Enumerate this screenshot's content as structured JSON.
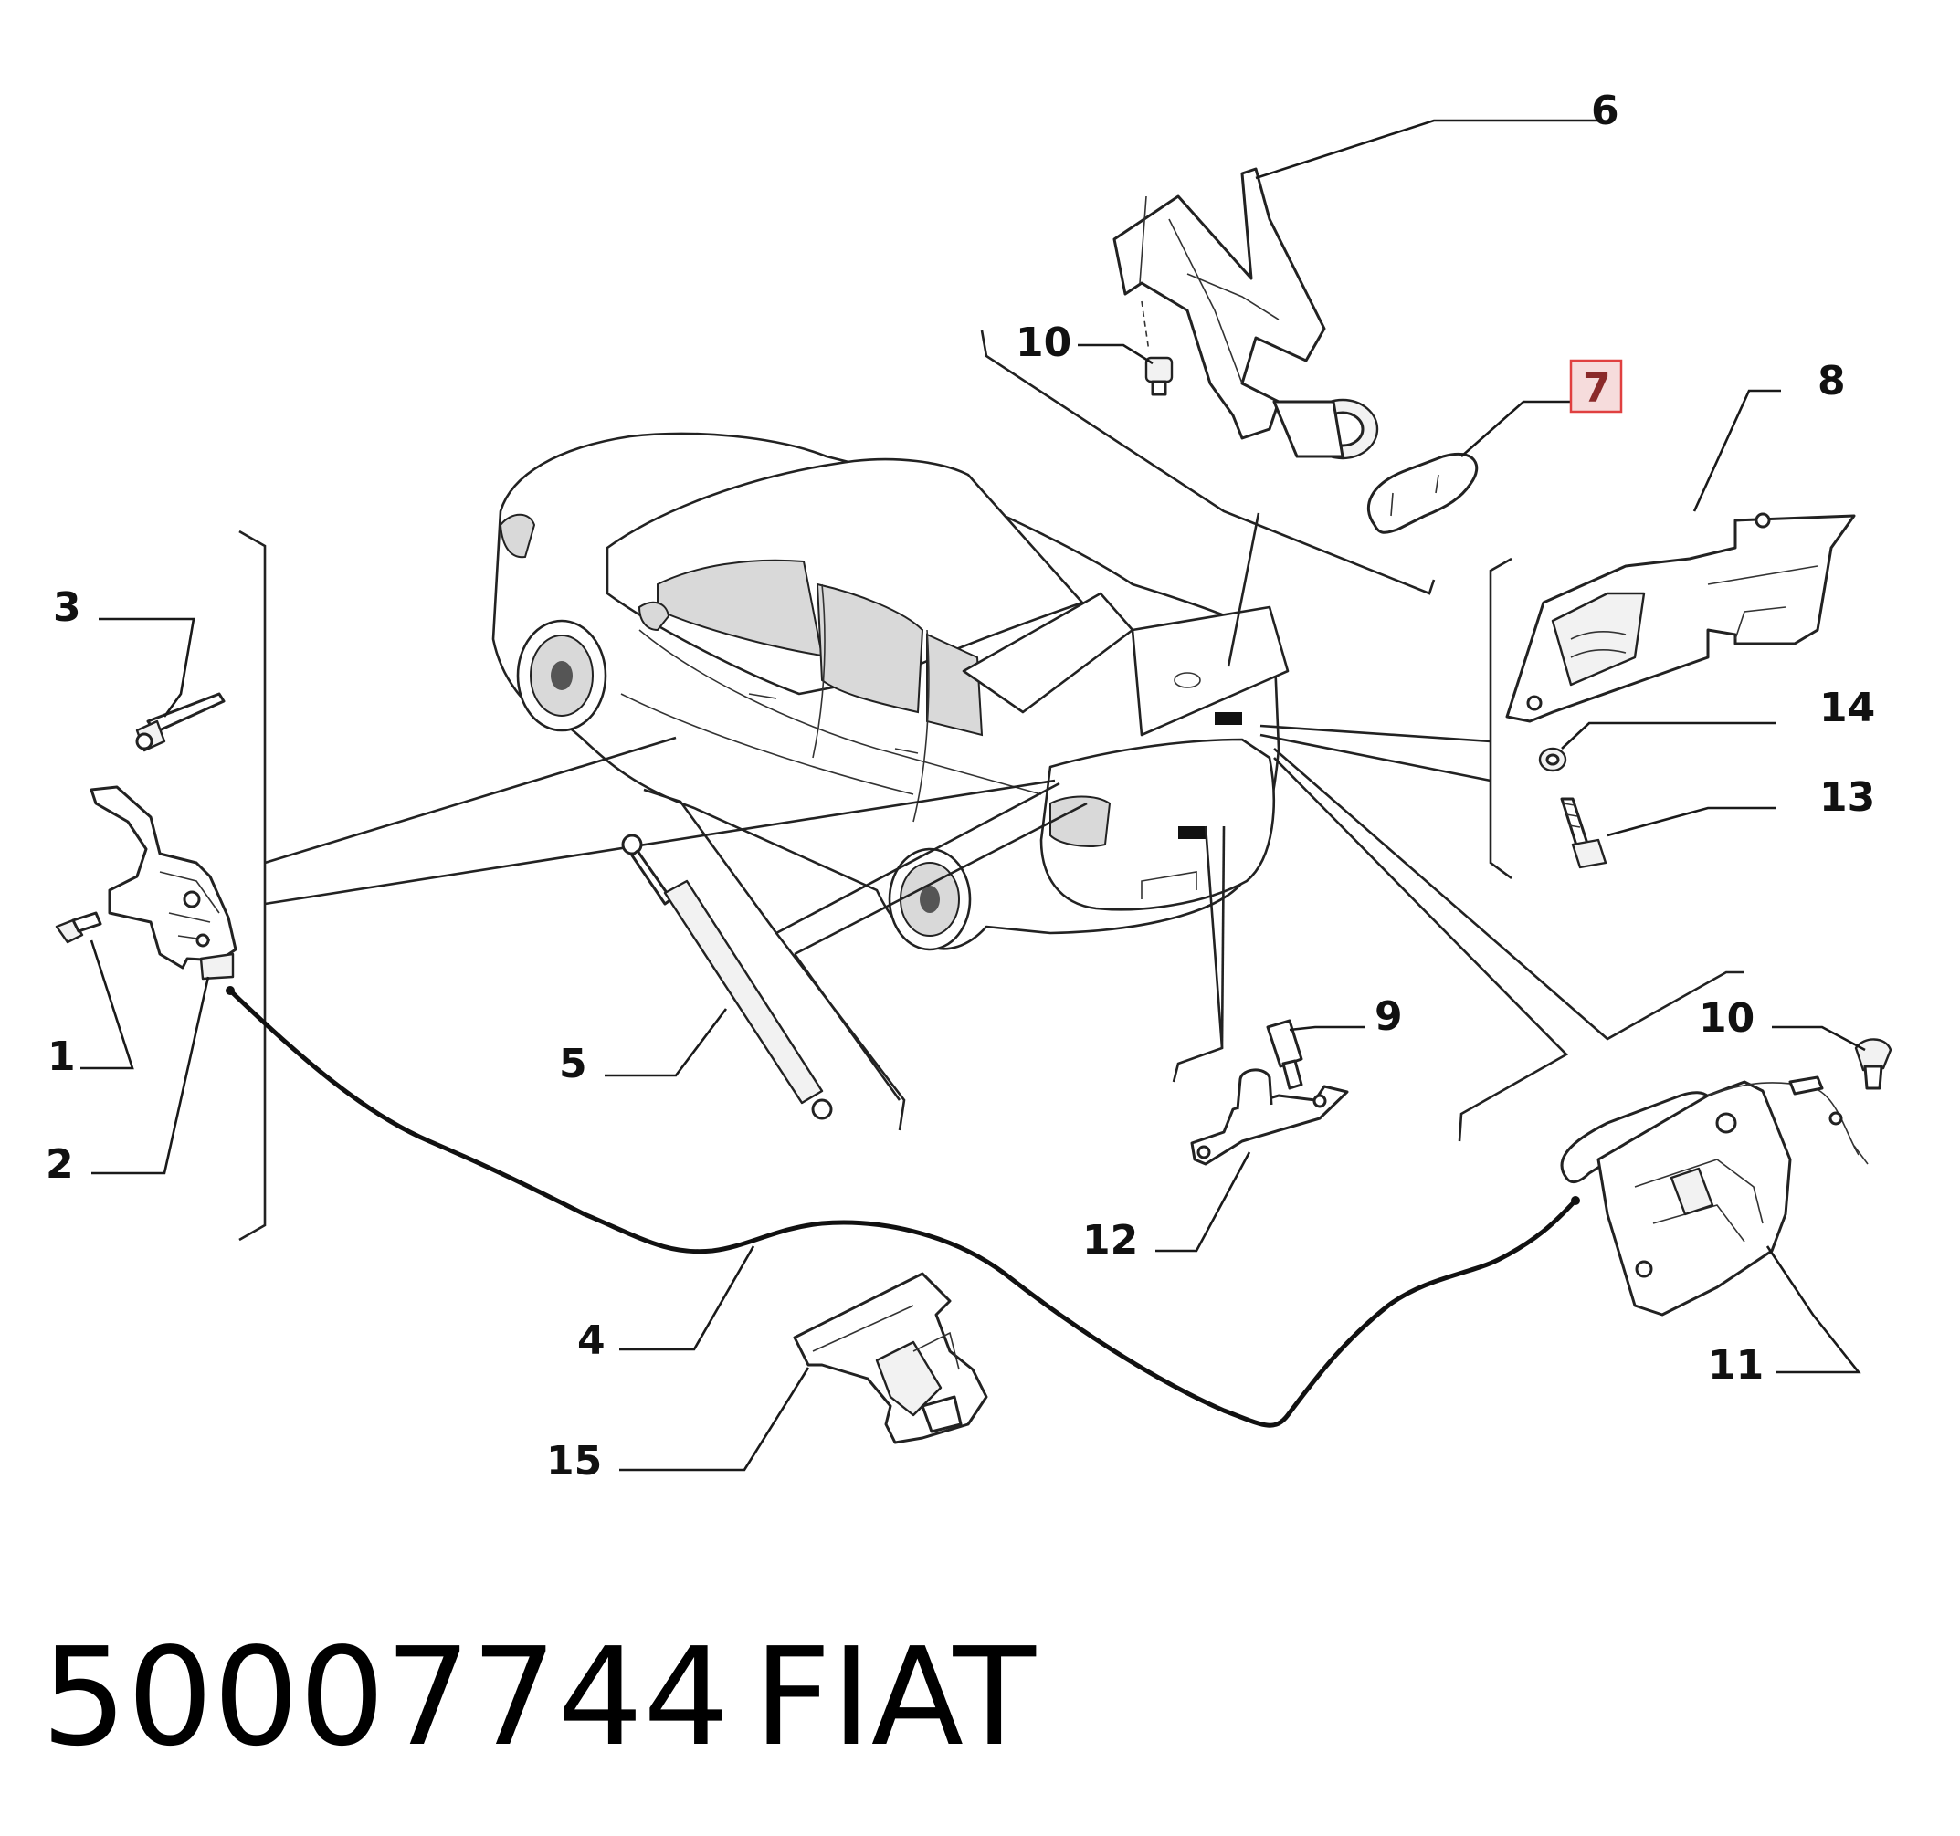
{
  "diagram": {
    "callouts": [
      {
        "id": "1",
        "label": "1"
      },
      {
        "id": "2",
        "label": "2"
      },
      {
        "id": "3",
        "label": "3"
      },
      {
        "id": "4",
        "label": "4"
      },
      {
        "id": "5",
        "label": "5"
      },
      {
        "id": "6",
        "label": "6"
      },
      {
        "id": "7",
        "label": "7",
        "highlighted": true
      },
      {
        "id": "8",
        "label": "8"
      },
      {
        "id": "9",
        "label": "9"
      },
      {
        "id": "10a",
        "label": "10"
      },
      {
        "id": "10b",
        "label": "10"
      },
      {
        "id": "11",
        "label": "11"
      },
      {
        "id": "12",
        "label": "12"
      },
      {
        "id": "13",
        "label": "13"
      },
      {
        "id": "14",
        "label": "14"
      },
      {
        "id": "15",
        "label": "15"
      }
    ],
    "highlight_color": "#e04040"
  },
  "footer": {
    "part_number": "50007744",
    "brand": "FIAT"
  }
}
